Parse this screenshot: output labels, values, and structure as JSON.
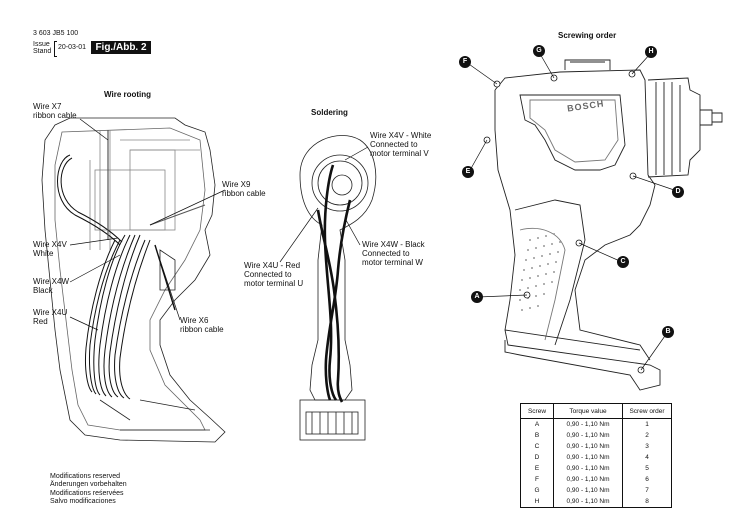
{
  "header": {
    "doc_number": "3 603 JB5 100",
    "issue_label": "Issue",
    "stand_label": "Stand",
    "date": "20-03-01",
    "fig_label": "Fig./Abb. 2"
  },
  "sections": {
    "wire_routing_title": "Wire rooting",
    "soldering_title": "Soldering",
    "screwing_order_title": "Screwing order"
  },
  "wire_labels": {
    "x7": "Wire X7\nribbon cable",
    "x9": "Wire X9\nribbon cable",
    "x4v_left": "Wire X4V\nWhite",
    "x4w_left": "Wire X4W\nBlack",
    "x4u_left": "Wire X4U\nRed",
    "x6": "Wire X6\nribbon cable",
    "x4v_sold": "Wire X4V - White\nConnected to\nmotor terminal V",
    "x4w_sold": "Wire X4W - Black\nConnected to\nmotor terminal W",
    "x4u_sold": "Wire X4U - Red\nConnected to\nmotor terminal U"
  },
  "brand": "BOSCH",
  "screw_markers": [
    "A",
    "B",
    "C",
    "D",
    "E",
    "F",
    "G",
    "H"
  ],
  "table": {
    "headers": [
      "Screw",
      "Torque value",
      "Screw order"
    ],
    "rows": [
      [
        "A",
        "0,90 - 1,10 Nm",
        "1"
      ],
      [
        "B",
        "0,90 - 1,10 Nm",
        "2"
      ],
      [
        "C",
        "0,90 - 1,10 Nm",
        "3"
      ],
      [
        "D",
        "0,90 - 1,10 Nm",
        "4"
      ],
      [
        "E",
        "0,90 - 1,10 Nm",
        "5"
      ],
      [
        "F",
        "0,90 - 1,10 Nm",
        "6"
      ],
      [
        "G",
        "0,90 - 1,10 Nm",
        "7"
      ],
      [
        "H",
        "0,90 - 1,10 Nm",
        "8"
      ]
    ]
  },
  "modifications": [
    "Modifications reserved",
    "Änderungen vorbehalten",
    "Modifications reśervées",
    "Salvo modificaciones"
  ]
}
